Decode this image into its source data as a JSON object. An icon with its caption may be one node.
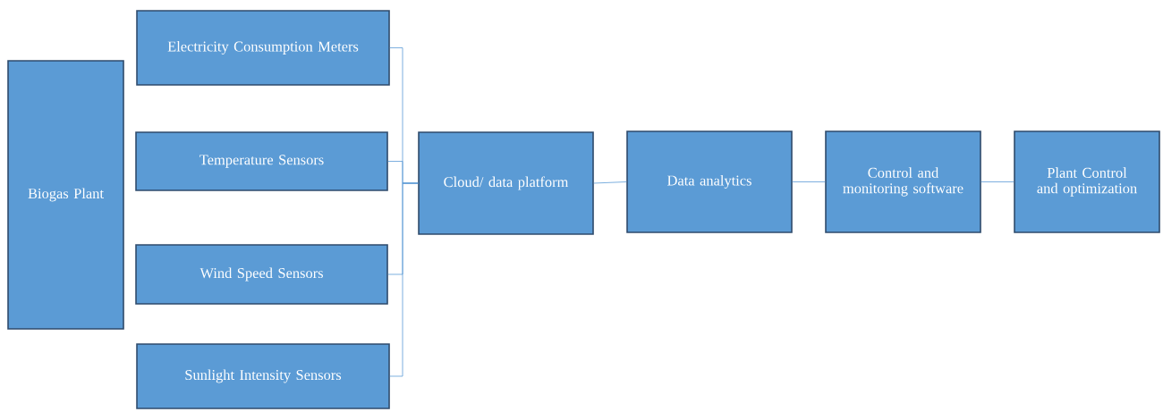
{
  "diagram": {
    "nodes": [
      {
        "text": [
          "Biogas Plant"
        ]
      },
      {
        "text": [
          "Electricity Consumption Meters"
        ]
      },
      {
        "text": [
          "Temperature Sensors"
        ]
      },
      {
        "text": [
          "Wind Speed Sensors"
        ]
      },
      {
        "text": [
          "Sunlight Intensity Sensors"
        ]
      },
      {
        "text": [
          "Cloud/ data platform"
        ]
      },
      {
        "text": [
          "Data analytics"
        ]
      },
      {
        "text": [
          "Control and monitoring software"
        ]
      },
      {
        "text": [
          "Plant Control and optimization"
        ]
      }
    ],
    "edges": [
      {
        "from": 1,
        "to": 5,
        "arrow": "none"
      },
      {
        "from": 2,
        "to": 5,
        "arrow": "none"
      },
      {
        "from": 3,
        "to": 5,
        "arrow": "none"
      },
      {
        "from": 4,
        "to": 5,
        "arrow": "none"
      },
      {
        "from": 5,
        "to": 6,
        "arrow": "none"
      },
      {
        "from": 6,
        "to": 7,
        "arrow": "none"
      },
      {
        "from": 7,
        "to": 8,
        "arrow": "none"
      }
    ]
  }
}
